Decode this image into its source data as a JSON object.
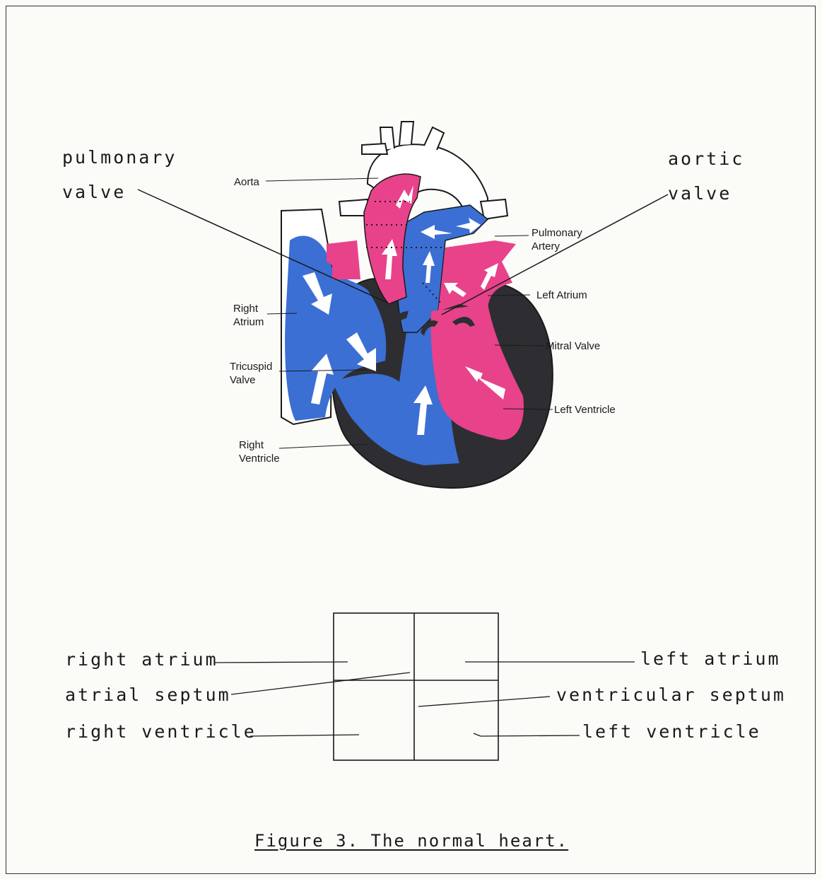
{
  "top_labels": {
    "pulmonary_valve_line1": "pulmonary",
    "pulmonary_valve_line2": "valve",
    "aortic_valve_line1": "aortic",
    "aortic_valve_line2": "valve"
  },
  "heart_labels": {
    "aorta": "Aorta",
    "pulmonary_artery_1": "Pulmonary",
    "pulmonary_artery_2": "Artery",
    "left_atrium": "Left Atrium",
    "right_atrium_1": "Right",
    "right_atrium_2": "Atrium",
    "tricuspid_1": "Tricuspid",
    "tricuspid_2": "Valve",
    "mitral_valve": "Mitral Valve",
    "left_ventricle": "Left Ventricle",
    "right_ventricle_1": "Right",
    "right_ventricle_2": "Ventricle"
  },
  "schematic_labels": {
    "right_atrium": "right atrium",
    "atrial_septum": "atrial septum",
    "right_ventricle": "right ventricle",
    "left_atrium": "left atrium",
    "ventricular_septum": "ventricular septum",
    "left_ventricle": "left ventricle"
  },
  "caption": "Figure 3. The normal heart.",
  "colors": {
    "deoxygenated_blue": "#3b6fd4",
    "oxygenated_pink": "#e8428a",
    "myocardium": "#2e2e32",
    "arrow": "#ffffff"
  }
}
